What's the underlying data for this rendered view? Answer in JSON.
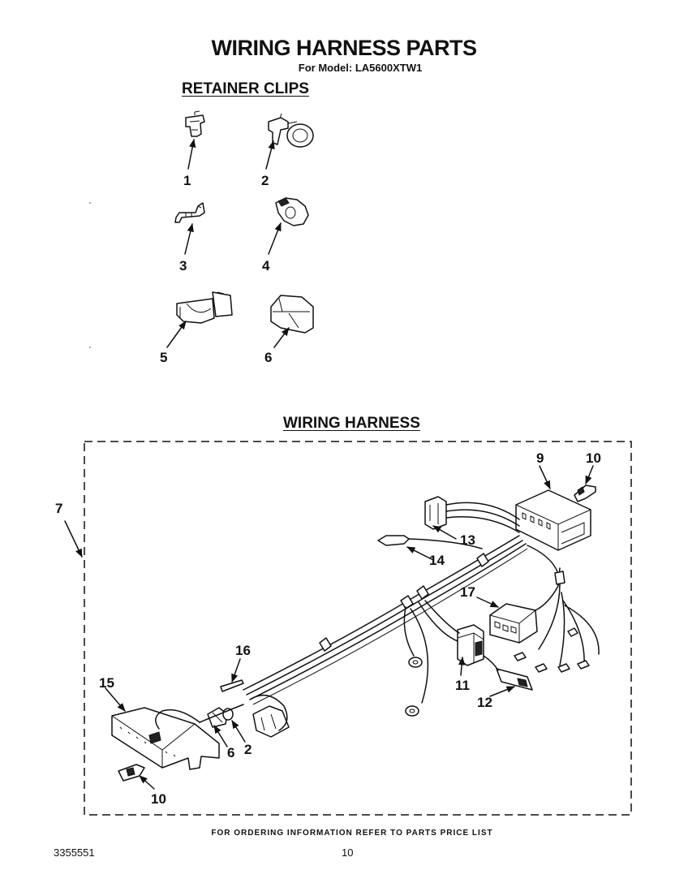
{
  "header": {
    "title": "WIRING HARNESS PARTS",
    "model_line": "For Model: LA5600XTW1"
  },
  "retainer_clips": {
    "heading": "RETAINER CLIPS",
    "callouts": [
      "1",
      "2",
      "3",
      "4",
      "5",
      "6"
    ]
  },
  "wiring_harness": {
    "heading": "WIRING HARNESS",
    "callouts": [
      "7",
      "9",
      "10",
      "13",
      "14",
      "17",
      "11",
      "12",
      "16",
      "15",
      "6",
      "2",
      "10"
    ]
  },
  "footer": {
    "note": "FOR ORDERING INFORMATION REFER TO PARTS PRICE LIST",
    "doc_number": "3355551",
    "page_number": "10"
  },
  "colors": {
    "ink": "#111111",
    "paper": "#ffffff"
  }
}
